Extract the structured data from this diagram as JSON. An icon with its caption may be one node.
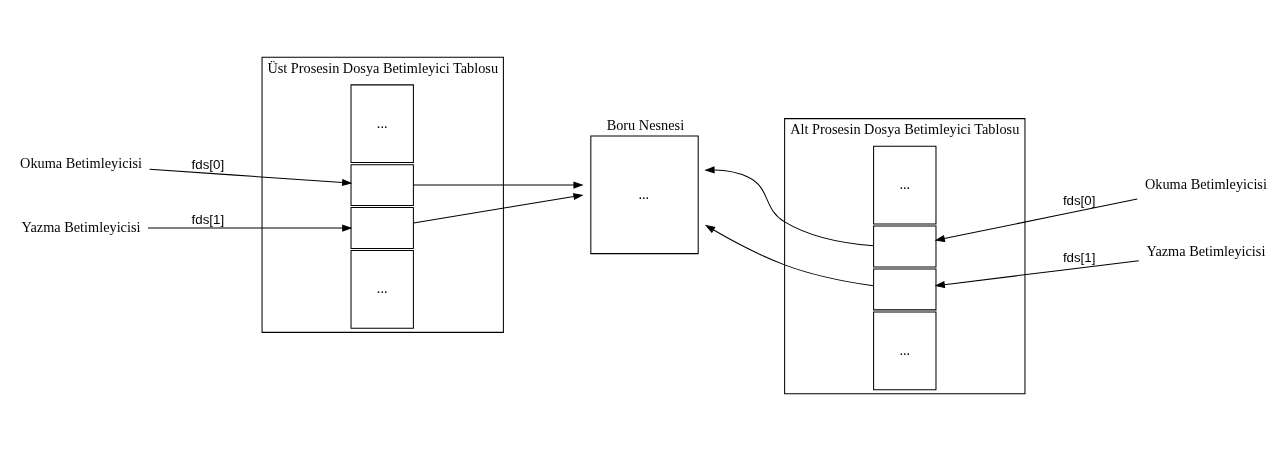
{
  "diagram": {
    "nodes": [
      {
        "text": [
          "Üst Prosesin Dosya Betimleyici Tablosu"
        ]
      },
      {
        "text": [
          "..."
        ],
        "in": 0
      },
      {
        "text": [],
        "shape": "box",
        "in": 0
      },
      {
        "text": [],
        "shape": "box",
        "in": 0
      },
      {
        "text": [
          "..."
        ],
        "in": 0
      },
      {
        "text": [
          "Boru Nesnesi",
          "..."
        ]
      },
      {
        "text": [
          "Alt Prosesin Dosya Betimleyici Tablosu"
        ]
      },
      {
        "text": [
          "..."
        ],
        "in": 6
      },
      {
        "text": [],
        "shape": "box",
        "in": 6
      },
      {
        "text": [],
        "shape": "box",
        "in": 6
      },
      {
        "text": [
          "..."
        ],
        "in": 6
      },
      {
        "text": [
          "Okuma Betimleyicisi"
        ]
      },
      {
        "text": [
          "Yazma Betimleyicisi"
        ]
      },
      {
        "text": [
          "Okuma Betimleyicisi"
        ]
      },
      {
        "text": [
          "Yazma Betimleyicisi"
        ]
      }
    ],
    "edges": [
      {
        "from": 11,
        "to": 2,
        "arrow": "to",
        "label": "fds[0]"
      },
      {
        "from": 12,
        "to": 3,
        "arrow": "to",
        "label": "fds[1]"
      },
      {
        "from": 2,
        "to": 5,
        "arrow": "to"
      },
      {
        "from": 3,
        "to": 5,
        "arrow": "to"
      },
      {
        "from": 8,
        "to": 5,
        "arrow": "to"
      },
      {
        "from": 9,
        "to": 5,
        "arrow": "to"
      },
      {
        "from": 13,
        "to": 8,
        "arrow": "to",
        "label": "fds[0]"
      },
      {
        "from": 14,
        "to": 9,
        "arrow": "to",
        "label": "fds[1]"
      }
    ]
  }
}
